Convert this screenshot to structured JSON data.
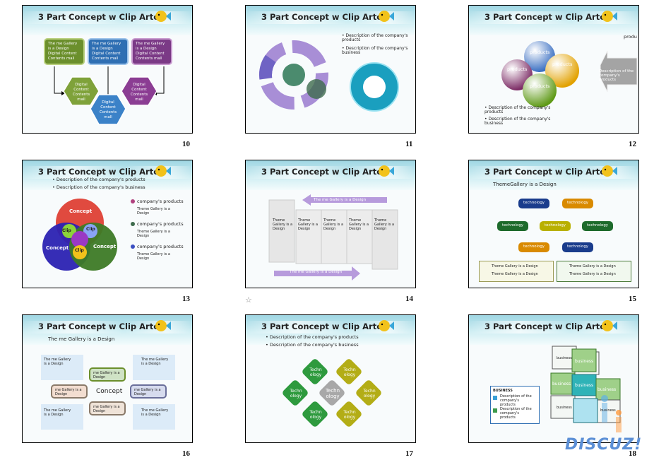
{
  "slides": [
    {
      "number": "10",
      "title": "3 Part Concept w Clip Artc",
      "top_boxes": [
        "The me Gallery is a Design Digital Content Contents mall",
        "The me Gallery is a Design Digital Content Contents mall",
        "The me Gallery is a Design Digital Content Contents mall"
      ],
      "hexes": [
        "Digital Content Contents mall",
        "Digital Content Contents mall",
        "Digital Content Contents mall"
      ]
    },
    {
      "number": "11",
      "title": "3 Part Concept w Clip Artc",
      "bullets": [
        "Description of the company's products",
        "Description of the company's business"
      ]
    },
    {
      "number": "12",
      "title": "3 Part Concept w Clip Artc",
      "corner_text": "produ",
      "spheres": [
        "products",
        "products",
        "products",
        "products"
      ],
      "arrow_text": "Description of the company's products",
      "bullets": [
        "Description of the company's products",
        "Description of the company's business"
      ]
    },
    {
      "number": "13",
      "title": "3 Part Concept w Clip Artc",
      "bullets": [
        "Description of the company's products",
        "Description of the company's business"
      ],
      "venn": [
        "Concept",
        "Concept",
        "Concept",
        "Clip",
        "Clip",
        "Clip"
      ],
      "legend": [
        {
          "head": "company's products",
          "sub": "Theme Gallery is a Design"
        },
        {
          "head": "company's products",
          "sub": "Theme Gallery is a Design"
        },
        {
          "head": "company's products",
          "sub": "Theme Gallery is a Design"
        }
      ]
    },
    {
      "number": "14",
      "title": "3 Part Concept w Clip Artc",
      "arrow_top": "The me Gallery is a Design",
      "arrow_bottom": "The me Gallery is a Design",
      "panel_text": "Theme Gallery is a Design"
    },
    {
      "number": "15",
      "title": "3 Part Concept w Clip Artc",
      "subtitle": "ThemeGallery is a Design",
      "nodes": [
        "technology",
        "technology",
        "technology",
        "technology",
        "technology",
        "technology",
        "technology"
      ],
      "legend": [
        "Theme Gallery is a Design",
        "Theme Gallery is a Design",
        "Theme Gallery is a Design",
        "Theme Gallery is a Design"
      ]
    },
    {
      "number": "16",
      "title": "3 Part Concept w Clip Artc",
      "subtitle": "The me Gallery is a Design",
      "center": "Concept",
      "inner_text": "me Gallery is a Design",
      "side_text": "The me Gallery is a Design"
    },
    {
      "number": "17",
      "title": "3 Part Concept w Clip Artc",
      "bullets": [
        "Description of the company's products",
        "Description of the company's business"
      ],
      "tile": "Techn ology",
      "center_tile": "Techn ology"
    },
    {
      "number": "18",
      "title": "3 Part Concept w Clip Artc",
      "box_title": "BUSINESS",
      "box_items": [
        "Description of the company's products",
        "Description of the company's products"
      ],
      "cube_text": "business"
    }
  ],
  "watermark": "DISCUZ!",
  "star_icon": "star-outline-icon",
  "colors": {
    "green": "#6b8f2c",
    "blue": "#2f6fb3",
    "purple": "#7b3a86",
    "teal": "#1fa3b6"
  }
}
